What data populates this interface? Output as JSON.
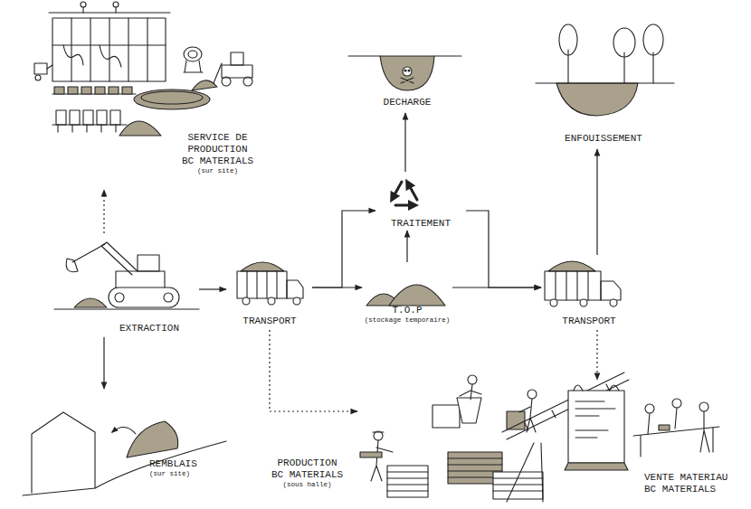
{
  "diagram": {
    "nodes": [
      {
        "text": [
          "SERVICE DE PRODUCTION BC MATERIALS",
          "(sur site)"
        ]
      },
      {
        "text": [
          "DECHARGE"
        ]
      },
      {
        "text": [
          "ENFOUISSEMENT"
        ]
      },
      {
        "text": [
          "TRAITEMENT"
        ]
      },
      {
        "text": [
          "EXTRACTION"
        ]
      },
      {
        "text": [
          "TRANSPORT"
        ]
      },
      {
        "text": [
          "T.O.P",
          "(stockage temporaire)"
        ]
      },
      {
        "text": [
          "TRANSPORT"
        ]
      },
      {
        "text": [
          "REMBLAIS",
          "(sur site)"
        ]
      },
      {
        "text": [
          "PRODUCTION BC MATERIALS",
          "(sous halle)"
        ]
      },
      {
        "text": [
          "VENTE MATERIAU BC MATERIALS"
        ]
      }
    ],
    "edges": [
      {
        "from": 4,
        "to": 0,
        "arrow": "to"
      },
      {
        "from": 4,
        "to": 5,
        "arrow": "to"
      },
      {
        "from": 4,
        "to": 8,
        "arrow": "to"
      },
      {
        "from": 5,
        "to": 6,
        "arrow": "to"
      },
      {
        "from": 5,
        "to": 3,
        "arrow": "to"
      },
      {
        "from": 6,
        "to": 3,
        "arrow": "to"
      },
      {
        "from": 3,
        "to": 1,
        "arrow": "to"
      },
      {
        "from": 3,
        "to": 7,
        "arrow": "to"
      },
      {
        "from": 6,
        "to": 7,
        "arrow": "to"
      },
      {
        "from": 7,
        "to": 2,
        "arrow": "to"
      },
      {
        "from": 5,
        "to": 9,
        "arrow": "to"
      },
      {
        "from": 7,
        "to": 10,
        "arrow": "to"
      }
    ]
  }
}
